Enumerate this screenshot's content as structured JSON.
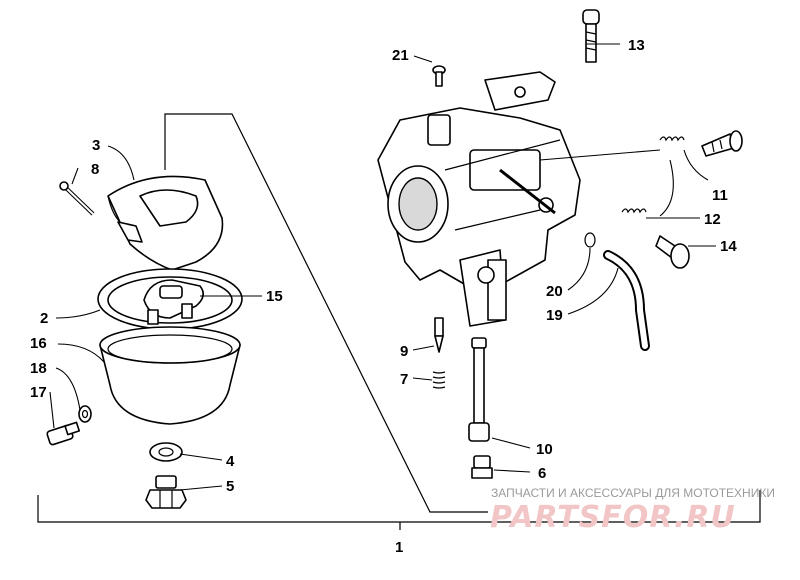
{
  "callouts": {
    "c1": "1",
    "c2": "2",
    "c3": "3",
    "c4": "4",
    "c5": "5",
    "c6": "6",
    "c7": "7",
    "c8": "8",
    "c9": "9",
    "c10": "10",
    "c11": "11",
    "c12": "12",
    "c13": "13",
    "c14": "14",
    "c15": "15",
    "c16": "16",
    "c17": "17",
    "c18": "18",
    "c19": "19",
    "c20": "20",
    "c21": "21"
  },
  "watermark": {
    "subtitle": "ЗАПЧАСТИ И АКСЕССУАРЫ ДЛЯ МОТОТЕХНИКИ",
    "logo": "PARTSFOR.RU"
  }
}
